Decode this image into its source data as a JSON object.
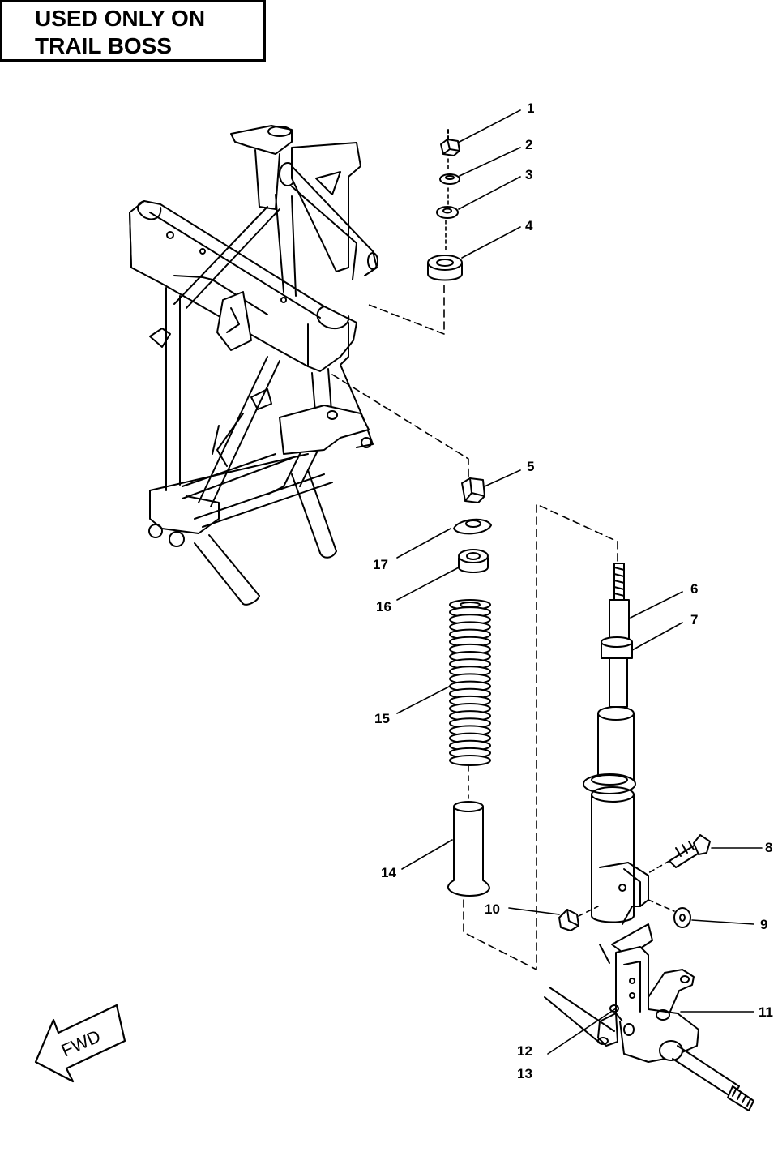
{
  "notice": {
    "line1": "USED ONLY ON",
    "line2": "TRAIL BOSS"
  },
  "fwd_label": "FWD",
  "callouts": [
    {
      "id": "1",
      "text": "1"
    },
    {
      "id": "2",
      "text": "2"
    },
    {
      "id": "3",
      "text": "3"
    },
    {
      "id": "4",
      "text": "4"
    },
    {
      "id": "5",
      "text": "5"
    },
    {
      "id": "6",
      "text": "6"
    },
    {
      "id": "7",
      "text": "7"
    },
    {
      "id": "8",
      "text": "8"
    },
    {
      "id": "9",
      "text": "9"
    },
    {
      "id": "10",
      "text": "10"
    },
    {
      "id": "11",
      "text": "11"
    },
    {
      "id": "12",
      "text": "12"
    },
    {
      "id": "13",
      "text": "13"
    },
    {
      "id": "14",
      "text": "14"
    },
    {
      "id": "15",
      "text": "15"
    },
    {
      "id": "16",
      "text": "16"
    },
    {
      "id": "17",
      "text": "17"
    }
  ],
  "colors": {
    "ink": "#000000",
    "paper": "#ffffff"
  }
}
